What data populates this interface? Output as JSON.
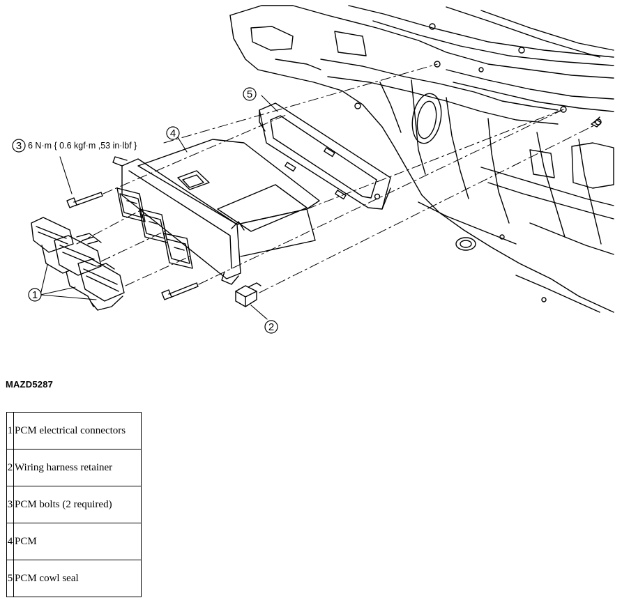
{
  "figure": {
    "id": "MAZD5287",
    "torque_spec": "6 N·m { 0.6  kgf·m ,53 in·lbf }",
    "callouts": [
      "1",
      "2",
      "3",
      "4",
      "5"
    ]
  },
  "legend": {
    "rows": [
      {
        "num": "1",
        "label": "PCM electrical connectors"
      },
      {
        "num": "2",
        "label": "Wiring harness retainer"
      },
      {
        "num": "3",
        "label": "PCM bolts (2 required)"
      },
      {
        "num": "4",
        "label": "PCM"
      },
      {
        "num": "5",
        "label": "PCM cowl seal"
      }
    ]
  }
}
